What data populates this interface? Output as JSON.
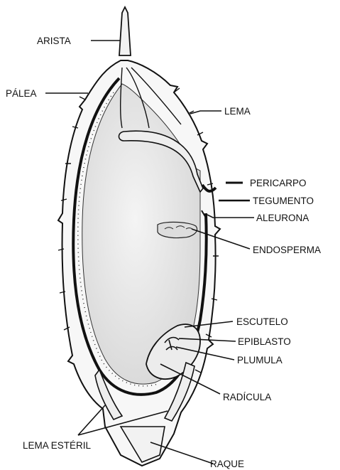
{
  "labels": {
    "arista": "ARISTA",
    "palea": "PÁLEA",
    "lema": "LEMA",
    "pericarpo": "PERICARPO",
    "tegumento": "TEGUMENTO",
    "aleurona": "ALEURONA",
    "endosperma": "ENDOSPERMA",
    "escutelo": "ESCUTELO",
    "epiblasto": "EPIBLASTO",
    "plumula": "PLUMULA",
    "radicula": "RADÍCULA",
    "lema_esteril": "LEMA ESTÉRIL",
    "raque": "RAQUE"
  },
  "colors": {
    "ink": "#111111",
    "endosperm_fill": "#e6e6e6",
    "hull_fill": "#f7f7f7",
    "background": "#ffffff"
  }
}
